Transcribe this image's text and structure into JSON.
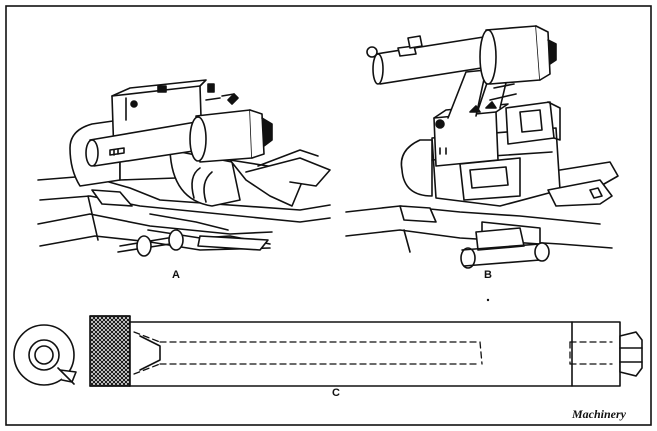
{
  "figure": {
    "labels": {
      "a": "A",
      "b": "B",
      "c": "C"
    },
    "publisher": "Machinery",
    "colors": {
      "ink": "#111111",
      "paper": "#ffffff",
      "shade": "#2a2a2a"
    }
  }
}
